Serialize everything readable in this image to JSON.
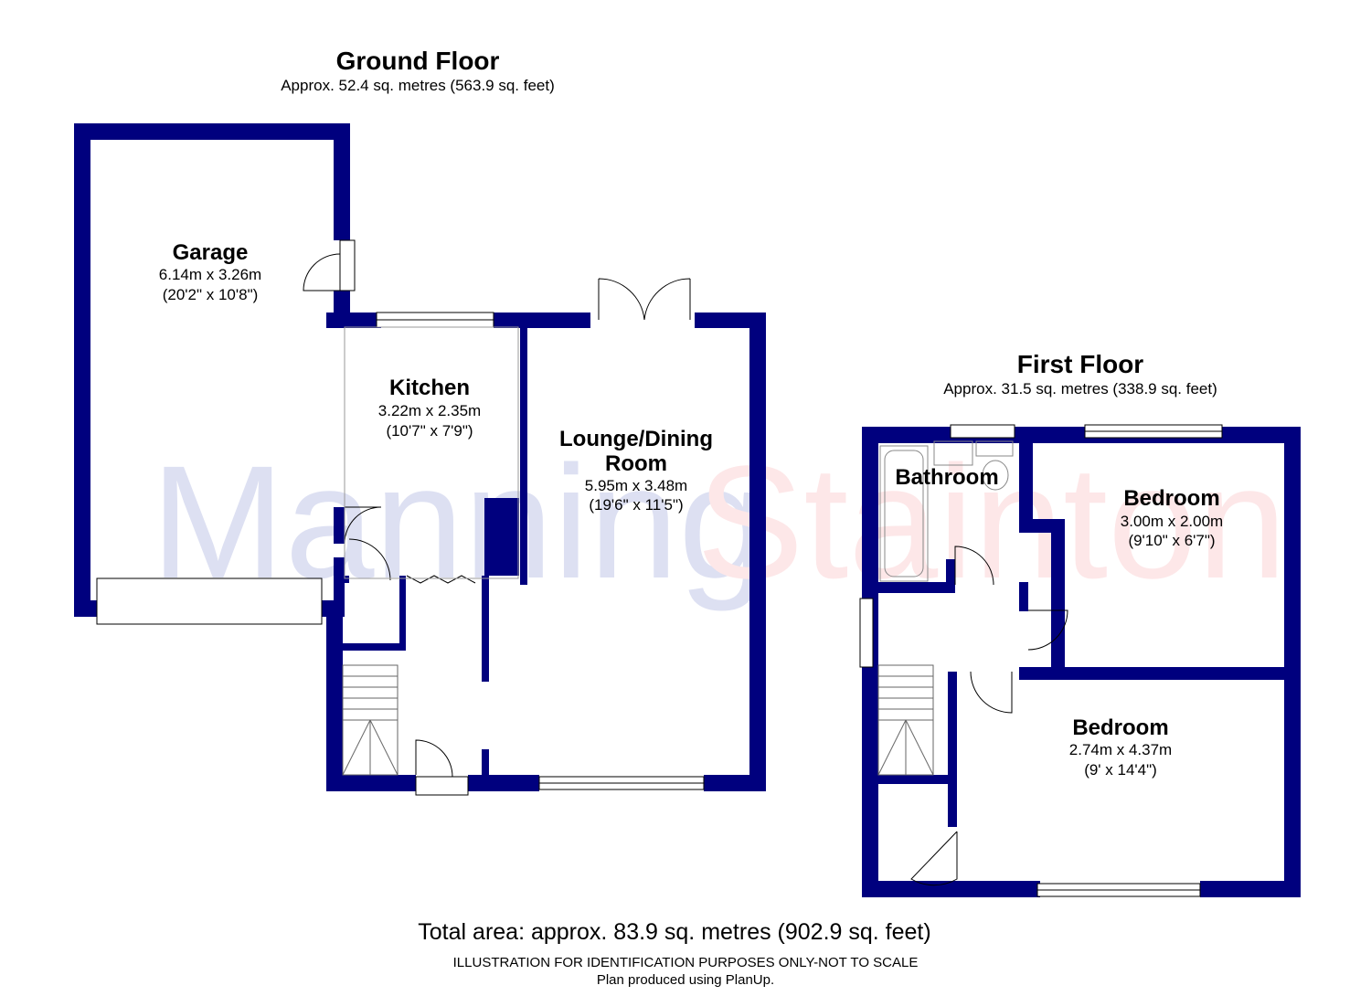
{
  "colors": {
    "wall": "#00007e",
    "watermark_a": "#dde0f2",
    "watermark_b": "#fde7e8",
    "fixture": "#888888"
  },
  "watermark": {
    "part1": "Manning",
    "part2": "Stainton"
  },
  "ground_floor": {
    "title": "Ground Floor",
    "area": "Approx. 52.4 sq. metres (563.9 sq. feet)",
    "rooms": {
      "garage": {
        "name": "Garage",
        "metric": "6.14m x 3.26m",
        "imperial": "(20'2\" x 10'8\")"
      },
      "kitchen": {
        "name": "Kitchen",
        "metric": "3.22m x 2.35m",
        "imperial": "(10'7\" x 7'9\")"
      },
      "lounge": {
        "name_line1": "Lounge/Dining",
        "name_line2": "Room",
        "metric": "5.95m x 3.48m",
        "imperial": "(19'6\" x 11'5\")"
      }
    }
  },
  "first_floor": {
    "title": "First Floor",
    "area": "Approx. 31.5 sq. metres (338.9 sq. feet)",
    "rooms": {
      "bathroom": {
        "name": "Bathroom"
      },
      "bedroom1": {
        "name": "Bedroom",
        "metric": "3.00m x 2.00m",
        "imperial": "(9'10\" x 6'7\")"
      },
      "bedroom2": {
        "name": "Bedroom",
        "metric": "2.74m x 4.37m",
        "imperial": "(9' x 14'4\")"
      }
    }
  },
  "footer": {
    "total": "Total area: approx. 83.9 sq. metres (902.9 sq. feet)",
    "disclaimer": "ILLUSTRATION FOR IDENTIFICATION PURPOSES ONLY-NOT TO SCALE",
    "credit": "Plan produced using PlanUp."
  }
}
